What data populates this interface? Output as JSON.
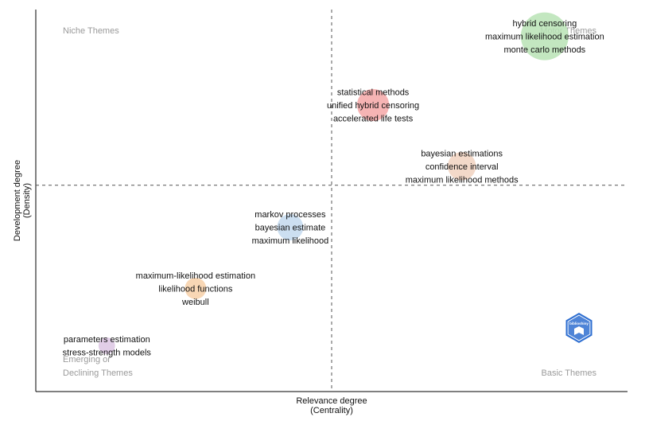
{
  "chart_data": {
    "type": "scatter",
    "title": "",
    "xlabel": [
      "Relevance degree",
      "(Centrality)"
    ],
    "ylabel": [
      "Development degree",
      "(Density)"
    ],
    "xlim": [
      0,
      10
    ],
    "ylim": [
      0,
      10
    ],
    "grid": false,
    "legend": "none",
    "divider": {
      "x": 5,
      "y": 5.4
    },
    "quadrants": [
      {
        "id": "niche",
        "label": "Niche Themes",
        "corner": "top-left"
      },
      {
        "id": "motor",
        "label": "Motor Themes",
        "corner": "top-right"
      },
      {
        "id": "emerging",
        "label": "Emerging or Declining Themes",
        "corner": "bottom-left"
      },
      {
        "id": "basic",
        "label": "Basic Themes",
        "corner": "bottom-right"
      }
    ],
    "clusters": [
      {
        "id": "c1",
        "x": 8.6,
        "y": 9.3,
        "size": 1.0,
        "color": "#b9e3b5",
        "terms": [
          "hybrid censoring",
          "maximum likelihood estimation",
          "monte carlo methods"
        ]
      },
      {
        "id": "c2",
        "x": 5.7,
        "y": 7.5,
        "size": 0.45,
        "color": "#f4a7a7",
        "terms": [
          "statistical methods",
          "unified hybrid censoring",
          "accelerated life tests"
        ]
      },
      {
        "id": "c3",
        "x": 7.2,
        "y": 5.9,
        "size": 0.35,
        "color": "#f1d2c0",
        "terms": [
          "bayesian estimations",
          "confidence interval",
          "maximum likelihood methods"
        ]
      },
      {
        "id": "c4",
        "x": 4.3,
        "y": 4.3,
        "size": 0.3,
        "color": "#c3d9ef",
        "terms": [
          "markov processes",
          "bayesian estimate",
          "maximum likelihood"
        ]
      },
      {
        "id": "c5",
        "x": 2.7,
        "y": 2.7,
        "size": 0.2,
        "color": "#f7d0a8",
        "terms": [
          "maximum-likelihood estimation",
          "likelihood functions",
          "weibull"
        ]
      },
      {
        "id": "c6",
        "x": 1.2,
        "y": 1.2,
        "size": 0.12,
        "color": "#dcc5e3",
        "terms": [
          "parameters estimation",
          "stress-strength models"
        ]
      }
    ]
  },
  "logo": {
    "name": "biblioshiny-logo",
    "text": "biblioshiny",
    "color": "#2f6fd1"
  }
}
